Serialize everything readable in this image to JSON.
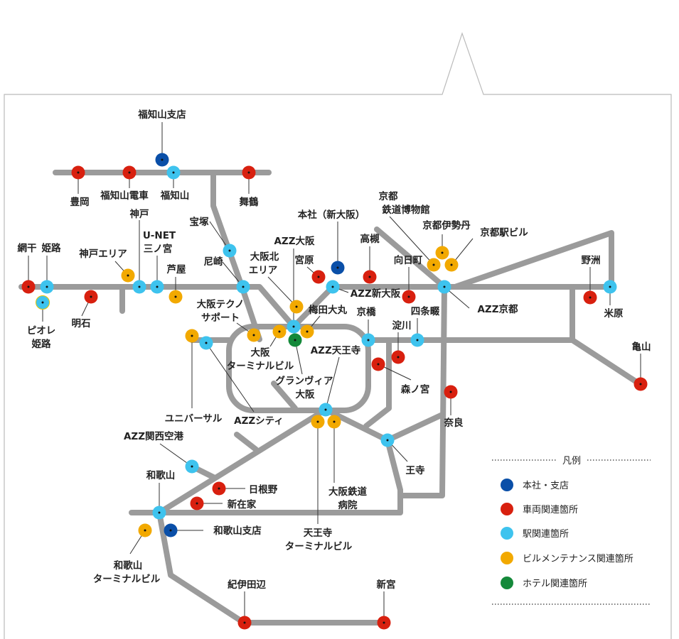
{
  "labels": {
    "fukuchiyama_branch": "福知山支店",
    "toyooka": "豊岡",
    "fukuchiyama_densha": "福知山電車",
    "fukuchiyama": "福知山",
    "maizuru": "舞鶴",
    "kobe": "神戸",
    "unet_1": "U-NET",
    "unet_2": "三ノ宮",
    "kobe_area": "神戸エリア",
    "ashiya": "芦屋",
    "takarazuka": "宝塚",
    "amagasaki": "尼崎",
    "aboshi": "網干",
    "himeji": "姫路",
    "piole_1": "ピオレ",
    "piole_2": "姫路",
    "akashi": "明石",
    "techno_1": "大阪テクノ",
    "techno_2": "サポート",
    "kita_1": "大阪北",
    "kita_2": "エリア",
    "azz_osaka": "AZZ大阪",
    "miyahara": "宮原",
    "honsha": "本社（新大阪）",
    "takatsuki": "高槻",
    "museum_1": "京都",
    "museum_2": "鉄道博物館",
    "isetan": "京都伊勢丹",
    "kyoto_bldg": "京都駅ビル",
    "mukomachi": "向日町",
    "yasu": "野洲",
    "maibara": "米原",
    "kameyama": "亀山",
    "azz_shinosaka": "AZZ新大阪",
    "azz_kyoto": "AZZ京都",
    "umeda_daimaru": "梅田大丸",
    "kyobashi": "京橋",
    "shijonawate": "四条畷",
    "yodogawa": "淀川",
    "osaka_tb_1": "大阪",
    "osaka_tb_2": "ターミナルビル",
    "granvia_1": "グランヴィア",
    "granvia_2": "大阪",
    "azz_tennoji": "AZZ天王寺",
    "morinomiya": "森ノ宮",
    "nara": "奈良",
    "universal": "ユニバーサル",
    "azz_city": "AZZシティ",
    "azz_kix": "AZZ関西空港",
    "oji": "王寺",
    "wakayama": "和歌山",
    "hineno": "日根野",
    "shinzaike": "新在家",
    "hospital_1": "大阪鉄道",
    "hospital_2": "病院",
    "wakayama_branch": "和歌山支店",
    "tennoji_tb_1": "天王寺",
    "tennoji_tb_2": "ターミナルビル",
    "wakayama_tb_1": "和歌山",
    "wakayama_tb_2": "ターミナルビル",
    "kii_tanabe": "紀伊田辺",
    "shingu": "新宮"
  },
  "legend": {
    "title": "凡例",
    "items": [
      {
        "label": "本社・支店",
        "color": "#0a4fa8"
      },
      {
        "label": "車両関連箇所",
        "color": "#d8200f"
      },
      {
        "label": "駅関連箇所",
        "color": "#3ec3ee"
      },
      {
        "label": "ビルメンテナンス関連箇所",
        "color": "#f2a900"
      },
      {
        "label": "ホテル関連箇所",
        "color": "#14893a"
      }
    ]
  }
}
